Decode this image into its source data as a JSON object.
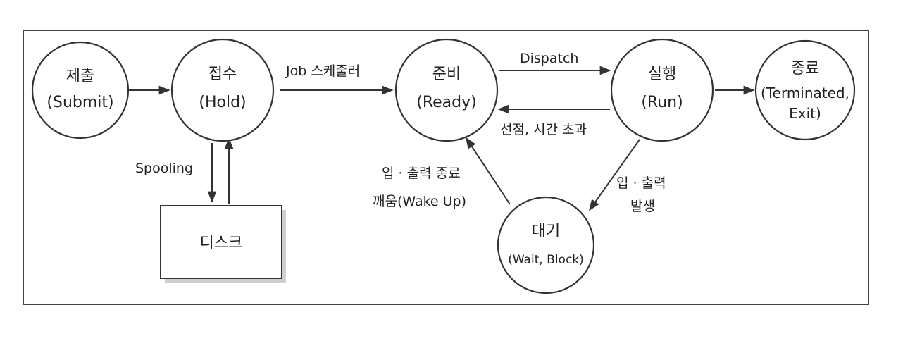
{
  "nodes": {
    "submit": {
      "line1": "제출",
      "line2": "(Submit)"
    },
    "hold": {
      "line1": "접수",
      "line2": "(Hold)"
    },
    "ready": {
      "line1": "준비",
      "line2": "(Ready)"
    },
    "run": {
      "line1": "실행",
      "line2": "(Run)"
    },
    "terminated": {
      "line1": "종료",
      "line2": "(Terminated,",
      "line3": "Exit)"
    },
    "wait": {
      "line1": "대기",
      "line2": "(Wait, Block)"
    },
    "disk": {
      "label": "디스크"
    }
  },
  "edges": {
    "job_scheduler": "Job 스케줄러",
    "dispatch": "Dispatch",
    "preempt": "선점, 시간 초과",
    "spooling": "Spooling",
    "io_occur_1": "입 · 출력",
    "io_occur_2": "발생",
    "io_done_1": "입 · 출력 종료",
    "io_done_2": "깨움(Wake Up)"
  }
}
